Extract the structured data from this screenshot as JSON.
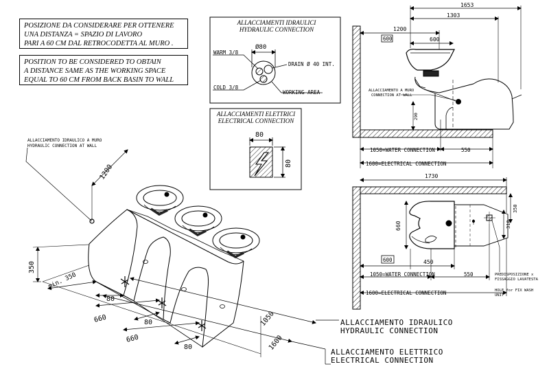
{
  "notes": {
    "it": [
      "POSIZIONE DA CONSIDERARE PER OTTENERE",
      "UNA DISTANZA  = SPAZIO DI LAVORO",
      "PARI A 60 CM DAL RETROCODETTA AL MURO ."
    ],
    "en": [
      "POSITION TO BE CONSIDERED TO OBTAIN",
      "A DISTANCE SAME AS THE WORKING SPACE",
      "EQUAL TO 60 CM FROM BACK BASIN TO WALL"
    ]
  },
  "hydraulic_box": {
    "title_it": "ALLACCIAMENTI IDRAULICI",
    "title_en": "HYDRAULIC  CONNECTION",
    "diameter": "Ø80",
    "warm": "WARM 3/8",
    "cold": "COLD 3/8",
    "drain": "DRAIN Ø 40 INT.",
    "working_area": "WORKING AREA"
  },
  "electrical_box": {
    "title_it": "ALLACCIAMENTI ELETTRICI",
    "title_en": "ELECTRICAL CONNECTION",
    "width": "80",
    "height": "80"
  },
  "side_view": {
    "dim_total": "1653",
    "dim_1303": "1303",
    "dim_1200": "1200",
    "dim_600a": "600",
    "dim_600b": "600",
    "dim_290": "290",
    "wall_label": [
      "ALLACCIAMENTO A MURO",
      "CONNECTION AT WALL"
    ],
    "water": "1050=WATER CONNECTION",
    "dim_550": "550",
    "electric": "1600=ELECTRICAL CONNECTION"
  },
  "plan_view": {
    "dim_1730": "1730",
    "dim_660": "660",
    "dim_600": "600",
    "dim_450": "450",
    "dim_350": "350",
    "dim_310": "310",
    "water": "1050=WATER CONNECTION",
    "dim_550": "550",
    "electric": "1600=ELECTRICAL CONNECTION",
    "fix_it": [
      "PREDISPOSIZIONE x",
      "FISSAGGIO LAVATESTA"
    ],
    "fix_en": [
      "HOLE for FIX WASH",
      "UNIT"
    ]
  },
  "iso_view": {
    "wall_label": [
      "ALLACCIAMENTO IDRAULICO A MURO",
      "HYDRAULIC CONNECTION AT WALL"
    ],
    "dim_1200": "1200",
    "dim_350": "350",
    "dim_min350": "min. 350",
    "dim_80a": "80",
    "dim_660a": "660",
    "dim_80b": "80",
    "dim_660b": "660",
    "dim_80c": "80",
    "dim_1050": "1050",
    "dim_1600": "1600",
    "hydraulic_it": "ALLACCIAMENTO IDRAULICO",
    "hydraulic_en": "HYDRAULIC CONNECTION",
    "electric_it": "ALLACCIAMENTO ELETTRICO",
    "electric_en": "ELECTRICAL CONNECTION"
  }
}
